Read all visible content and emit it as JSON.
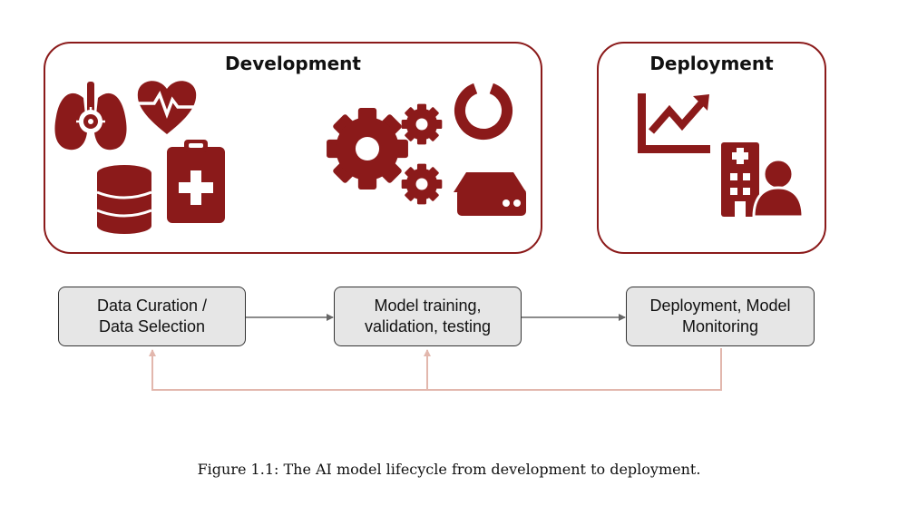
{
  "panels": {
    "development": {
      "title": "Development"
    },
    "deployment": {
      "title": "Deployment"
    }
  },
  "stages": [
    {
      "line1": "Data Curation /",
      "line2": "Data Selection"
    },
    {
      "line1": "Model training,",
      "line2": "validation, testing"
    },
    {
      "line1": "Deployment, Model",
      "line2": "Monitoring"
    }
  ],
  "icons": {
    "development": [
      "lungs-icon",
      "heart-pulse-icon",
      "database-icon",
      "medical-clipboard-icon",
      "large-gear-icon",
      "small-gear-icon",
      "donut-chart-icon",
      "server-icon"
    ],
    "deployment": [
      "line-chart-icon",
      "hospital-icon",
      "person-icon"
    ]
  },
  "colors": {
    "icon": "#8b1a1a",
    "panel_border": "#8b1a1a",
    "forward_arrow": "#666666",
    "feedback_arrow": "#e2b7ad",
    "stage_fill": "#e6e6e6"
  },
  "caption": "Figure 1.1: The AI model lifecycle from development to deployment."
}
